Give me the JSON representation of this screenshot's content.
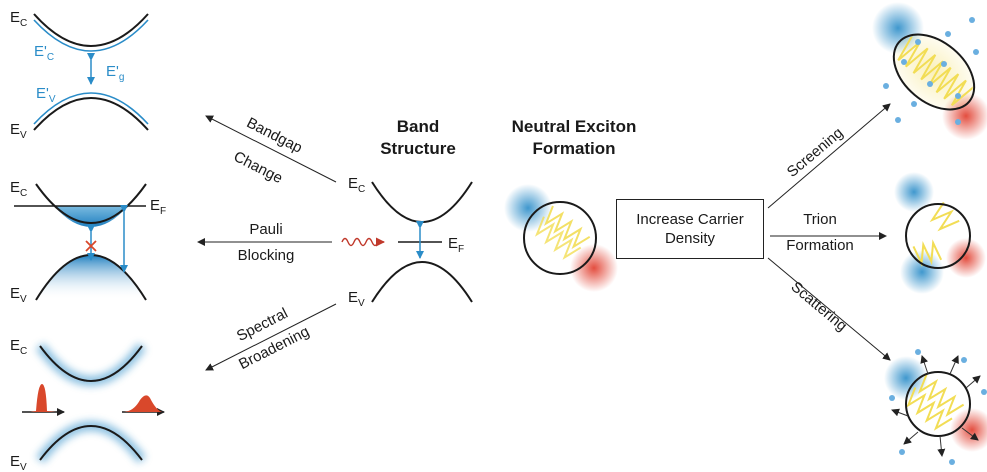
{
  "panels": {
    "bandgap": {
      "ec": "E",
      "ec_sub": "C",
      "ecp": "E'",
      "ecp_sub": "C",
      "eg": "E'",
      "eg_sub": "g",
      "evp": "E'",
      "evp_sub": "V",
      "ev": "E",
      "ev_sub": "V"
    },
    "pauli": {
      "ec": "E",
      "ec_sub": "C",
      "ef": "E",
      "ef_sub": "F",
      "ev": "E",
      "ev_sub": "V"
    },
    "broadening": {
      "ec": "E",
      "ec_sub": "C",
      "ev": "E",
      "ev_sub": "V"
    }
  },
  "arrows": {
    "bandgap": {
      "line1": "Bandgap",
      "line2": "Change"
    },
    "pauli": {
      "line1": "Pauli",
      "line2": "Blocking"
    },
    "broadening": {
      "line1": "Spectral",
      "line2": "Broadening"
    }
  },
  "band_structure": {
    "title1": "Band",
    "title2": "Structure",
    "ec": "E",
    "ec_sub": "C",
    "ef": "E",
    "ef_sub": "F",
    "ev": "E",
    "ev_sub": "V"
  },
  "exciton": {
    "title1": "Neutral Exciton",
    "title2": "Formation"
  },
  "center_box": {
    "line1": "Increase Carrier",
    "line2": "Density"
  },
  "outcomes": {
    "screening": "Screening",
    "trion1": "Trion",
    "trion2": "Formation",
    "scattering": "Scattering"
  },
  "colors": {
    "band": "#1a1a1a",
    "blue": "#2a8cc8",
    "red": "#d9482b",
    "photon": "#c0392b",
    "yellow": "#f2dd55"
  }
}
